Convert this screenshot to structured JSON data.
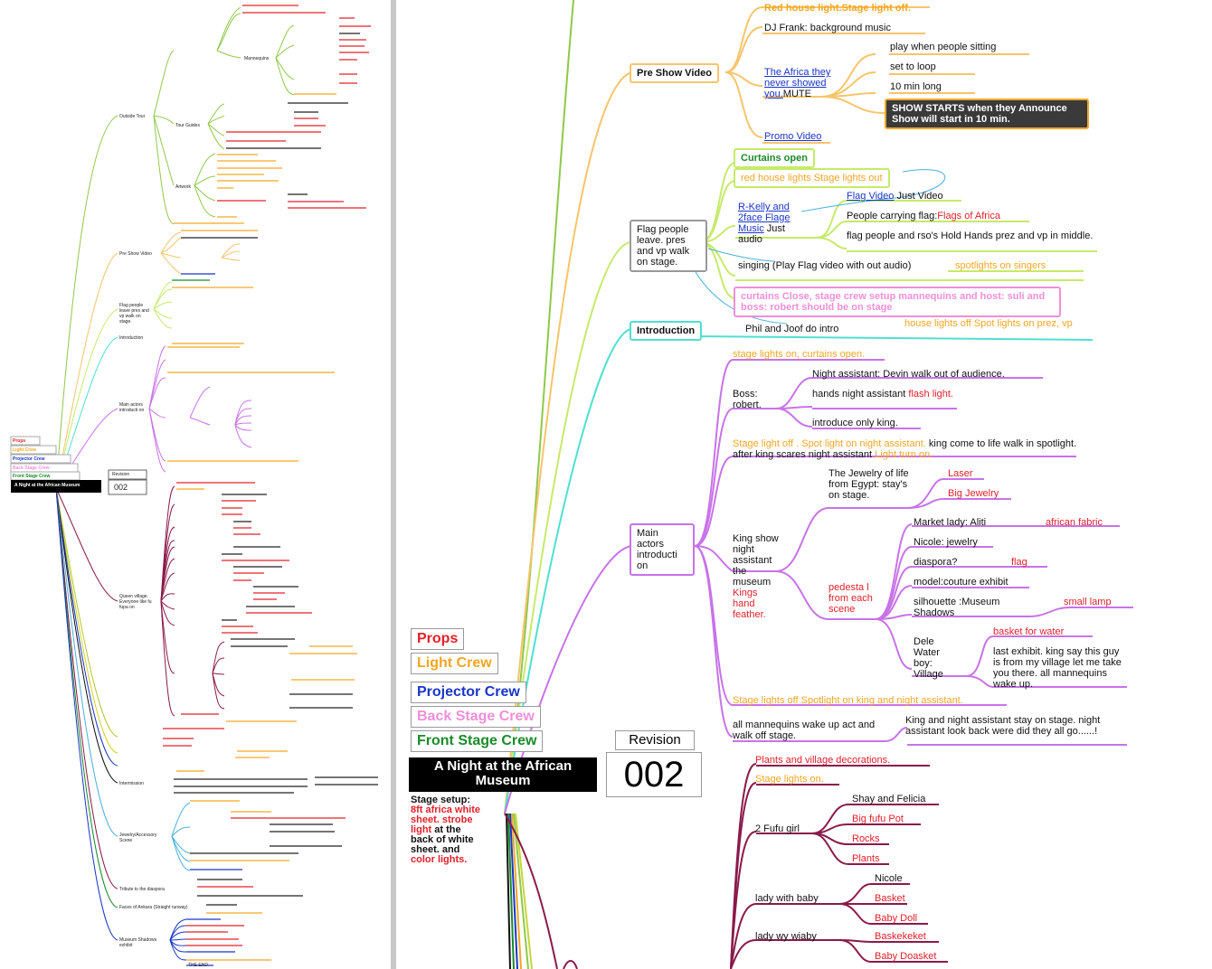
{
  "legend": {
    "props": "Props",
    "light": "Light Crew",
    "projector": "Projector Crew",
    "backstage": "Back Stage Crew",
    "frontstage": "Front Stage Crew"
  },
  "root": {
    "title": "A Night at the African Museum",
    "revision_label": "Revision",
    "revision": "002",
    "stage_setup_prefix": "Stage setup: ",
    "stage_setup_red1": "8ft africa white sheet. strobe light",
    "stage_setup_mid": " at the back of white sheet. and ",
    "stage_setup_red2": "color lights."
  },
  "preshow": {
    "node": "Pre Show Video",
    "red_house": "Red house light.Stage light off.",
    "dj": "DJ Frank: background music",
    "africa_link": "The Africa they never showed you.",
    "mute": "MUTE",
    "play": "play when people sitting",
    "loop": "set to loop",
    "ten": "10 min long",
    "callout": "SHOW STARTS when they Announce Show will start in 10 min.",
    "promo": "Promo Video"
  },
  "flag": {
    "node": "Flag people leave. pres and vp walk on stage.",
    "curtains": "Curtains open",
    "red_house": "red house lights Stage lights out",
    "rkelly": "R-Kelly and 2face Flage Music",
    "just_audio": " Just audio",
    "flag_video": "Flag Video",
    "just_video": " Just Video",
    "carrying": "People carrying flag:",
    "flags_africa": "Flags of Africa",
    "hold": "flag people and rso's Hold Hands prez and vp in middle.",
    "singing": "singing (Play Flag video with out audio)",
    "spotlights": "spotlights on singers",
    "curtains_close": "curtains Close, stage crew setup mannequins and host: suli and boss: robert should be on stage"
  },
  "intro": {
    "node": "Introduction",
    "phil": "Phil and Joof  do intro",
    "house": "house lights off Spot lights on prez, vp"
  },
  "main": {
    "node": "Main actors introducti on",
    "stage_lights": "stage lights on, curtains open.",
    "boss": "Boss: robert.",
    "devin": "Night assistant: Devin walk out of audience.",
    "hands": "hands night assistant ",
    "flash": "flash light.",
    "king_only": "introduce only king.",
    "stage_off": "Stage light off . Spot light on night assistant.",
    "king_life": " king come to life walk in spotlight. after king scares night assistant ",
    "light_turn": "Light turn on.",
    "king_show": "King show night assistant the museum ",
    "kings_hand": "Kings hand feather.",
    "jewelry": "The Jewelry of life from Egypt: stay's on stage.",
    "laser": "Laser",
    "big_jewelry": "Big Jewelry",
    "pedestal": "pedesta l from each scene",
    "market": "Market lady: Aliti",
    "african_fabric": "african fabric",
    "nicole": "Nicole: jewelry",
    "diaspora": "diaspora?",
    "flag": "flag",
    "couture": "model:couture exhibit",
    "silhouette": "silhouette :Museum Shadows",
    "small_lamp": "small lamp",
    "dele": "Dele Water boy: Village",
    "basket": "basket for water",
    "last_exhibit": "last exhibit. king say this guy is from my village let me take you there. all mannequins wake up.",
    "stage_off2": "Stage lights off Spotlight on king and night assistant.",
    "wake": "all mannequins wake up act and walk off stage.",
    "king_night": "King and night assistant stay on stage. night assistant look back were did they all go......!"
  },
  "queen": {
    "plants_dec": "Plants and village decorations.",
    "stage_on": "Stage lights on.",
    "fufu": "2 Fufu girl",
    "shay": "Shay and Felicia",
    "pot": "Big fufu Pot",
    "rocks": "Rocks",
    "plants": "Plants",
    "baby": "lady with baby",
    "nicole": "Nicole",
    "basket": "Basket",
    "doll": "Baby Doll",
    "wiaby": "lady wy wiaby",
    "basketet": "Baskekeket",
    "doasket": "Baby Doasket"
  },
  "left_tree": {
    "outside_tour": "Outside Tour",
    "mannequins": "Mannequins",
    "tour_guides": "Tour Guides",
    "artwork": "Artwork",
    "pre_show": "Pre Show Video",
    "flag_people": "Flag people leave pres and vp walk on stage.",
    "introduction": "Introduction",
    "main_actors": "Main actors introducti on",
    "queen_village": "Queen village. Everyone like fu fupa on",
    "intermission": "Intermission",
    "jewelry_scene": "Jewelry/Accessory Scene",
    "tribute": "Tribute to the diaspora",
    "faces": "Faces of Ankara (Straight runway)",
    "shadows": "Museum Shadows exhibit",
    "the_end": "THE END"
  },
  "colors": {
    "props": "#e4202a",
    "light": "#f5a623",
    "projector": "#1a35c8",
    "backstage": "#f08fd8",
    "frontstage": "#1a8a2a",
    "preshow": "#f7c46b",
    "flag": "#c6ea6a",
    "intro": "#4fe0d0",
    "main": "#c873e8",
    "queen": "#8a1a4a"
  }
}
